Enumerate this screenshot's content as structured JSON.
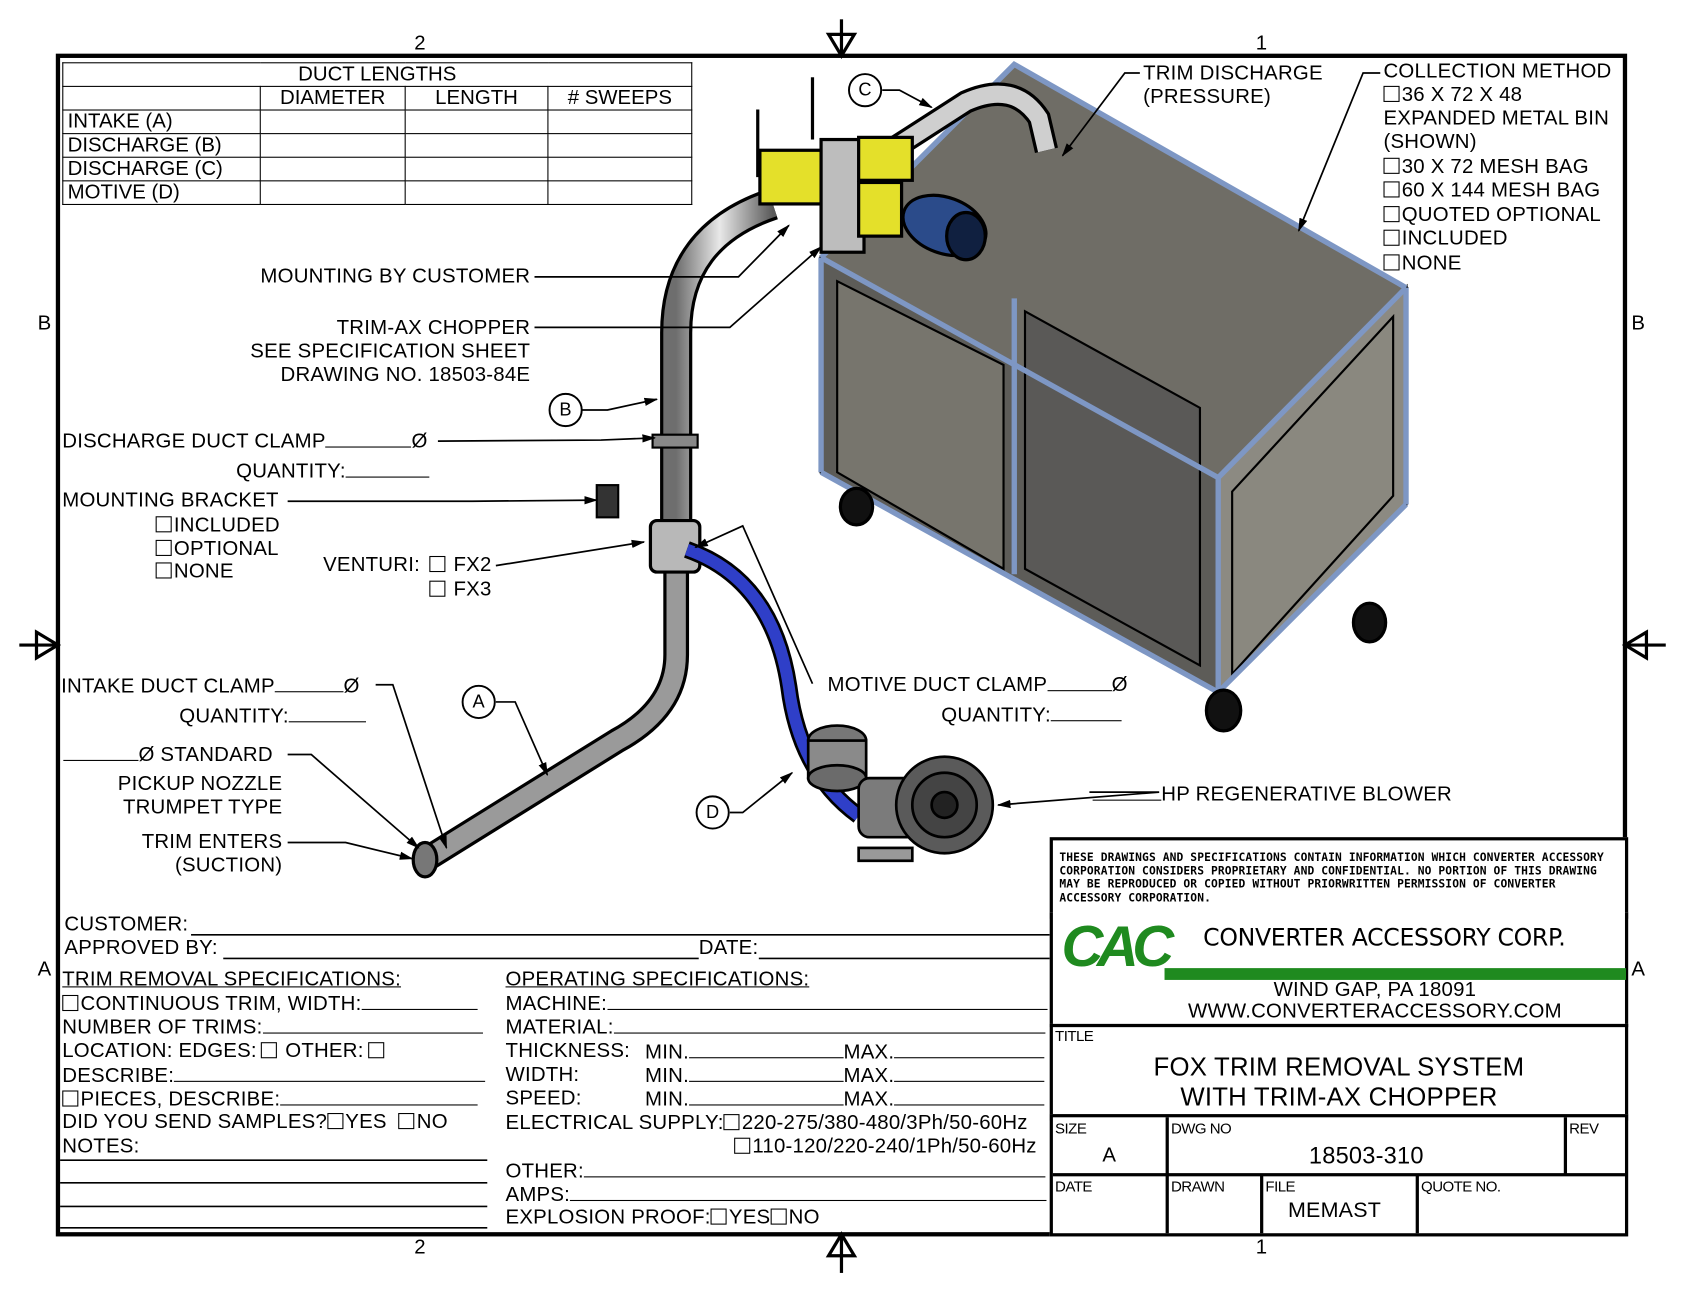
{
  "sheet": {
    "zone_columns": [
      "2",
      "1"
    ],
    "zone_rows": [
      "B",
      "A"
    ]
  },
  "duct_table": {
    "title": "DUCT LENGTHS",
    "columns": [
      "",
      "DIAMETER",
      "LENGTH",
      "# SWEEPS"
    ],
    "rows": [
      {
        "label": "INTAKE (A)",
        "diameter": "",
        "length": "",
        "sweeps": ""
      },
      {
        "label": "DISCHARGE (B)",
        "diameter": "",
        "length": "",
        "sweeps": ""
      },
      {
        "label": "DISCHARGE (C)",
        "diameter": "",
        "length": "",
        "sweeps": ""
      },
      {
        "label": "MOTIVE (D)",
        "diameter": "",
        "length": "",
        "sweeps": ""
      }
    ]
  },
  "callouts": {
    "mounting_by_customer": "MOUNTING BY CUSTOMER",
    "chopper_line1": "TRIM-AX CHOPPER",
    "chopper_line2": "SEE SPECIFICATION SHEET",
    "chopper_line3": "DRAWING NO. 18503-84E",
    "discharge_clamp": "DISCHARGE DUCT CLAMP",
    "quantity": "QUANTITY:",
    "diameter_symbol": "Ø",
    "mounting_bracket": "MOUNTING BRACKET",
    "bracket_options": [
      "INCLUDED",
      "OPTIONAL",
      "NONE"
    ],
    "venturi_label": "VENTURI:",
    "venturi_options": [
      "FX2",
      "FX3"
    ],
    "intake_clamp": "INTAKE DUCT CLAMP",
    "standard": "Ø STANDARD",
    "nozzle_line1": "PICKUP NOZZLE",
    "nozzle_line2": "TRUMPET TYPE",
    "trim_enters_line1": "TRIM ENTERS",
    "trim_enters_line2": "(SUCTION)",
    "motive_clamp": "MOTIVE DUCT CLAMP",
    "blower": "HP REGENERATIVE BLOWER",
    "trim_discharge_line1": "TRIM DISCHARGE",
    "trim_discharge_line2": "(PRESSURE)",
    "balloons": [
      "A",
      "B",
      "C",
      "D"
    ]
  },
  "collection_method": {
    "title": "COLLECTION METHOD",
    "options": [
      {
        "label": "36 X 72 X 48",
        "checkbox": true
      },
      {
        "label": "EXPANDED METAL BIN",
        "checkbox": false
      },
      {
        "label": "(SHOWN)",
        "checkbox": false
      },
      {
        "label": "30 X 72 MESH BAG",
        "checkbox": true
      },
      {
        "label": "60 X 144 MESH BAG",
        "checkbox": true
      },
      {
        "label": "QUOTED OPTIONAL",
        "checkbox": true
      },
      {
        "label": "INCLUDED",
        "checkbox": true
      },
      {
        "label": "NONE",
        "checkbox": true
      }
    ]
  },
  "customer": {
    "customer_label": "CUSTOMER:",
    "approved_label": "APPROVED BY:",
    "date_label": "DATE:"
  },
  "trim_specs": {
    "heading": "TRIM REMOVAL SPECIFICATIONS:",
    "continuous": "CONTINUOUS TRIM, WIDTH:",
    "number": "NUMBER OF TRIMS:",
    "location": "LOCATION: EDGES:",
    "other": "OTHER:",
    "describe": "DESCRIBE:",
    "pieces": "PIECES, DESCRIBE:",
    "samples": "DID YOU SEND SAMPLES?",
    "yes": "YES",
    "no": "NO",
    "notes": "NOTES:"
  },
  "operating_specs": {
    "heading": "OPERATING SPECIFICATIONS:",
    "machine": "MACHINE:",
    "material": "MATERIAL:",
    "thickness": "THICKNESS:",
    "width": "WIDTH:",
    "speed": "SPEED:",
    "min": "MIN.",
    "max": "MAX.",
    "electrical": "ELECTRICAL SUPPLY:",
    "electrical_options": [
      "220-275/380-480/3Ph/50-60Hz",
      "110-120/220-240/1Ph/50-60Hz"
    ],
    "other": "OTHER:",
    "amps": "AMPS:",
    "explosion": "EXPLOSION PROOF:",
    "yes": "YES",
    "no": "NO"
  },
  "title_block": {
    "disclaimer": "THESE DRAWINGS AND SPECIFICATIONS CONTAIN INFORMATION WHICH CONVERTER ACCESSORY CORPORATION CONSIDERS PROPRIETARY AND CONFIDENTIAL.  NO PORTION OF THIS DRAWING MAY BE REPRODUCED OR COPIED WITHOUT PRIORWRITTEN PERMISSION OF CONVERTER ACCESSORY CORPORATION.",
    "logo_text": "CAC",
    "company": "CONVERTER ACCESSORY CORP.",
    "address": "WIND GAP, PA 18091",
    "website": "WWW.CONVERTERACCESSORY.COM",
    "brand_color": "#1f8a1f",
    "title_label": "TITLE",
    "title_line1": "FOX TRIM REMOVAL SYSTEM",
    "title_line2": "WITH TRIM-AX CHOPPER",
    "size_label": "SIZE",
    "size": "A",
    "dwg_label": "DWG NO",
    "dwg_no": "18503-310",
    "rev_label": "REV",
    "rev": "",
    "date_label": "DATE",
    "date": "",
    "drawn_label": "DRAWN",
    "drawn": "",
    "file_label": "FILE",
    "file": "MEMAST",
    "quote_label": "QUOTE NO.",
    "quote": ""
  }
}
